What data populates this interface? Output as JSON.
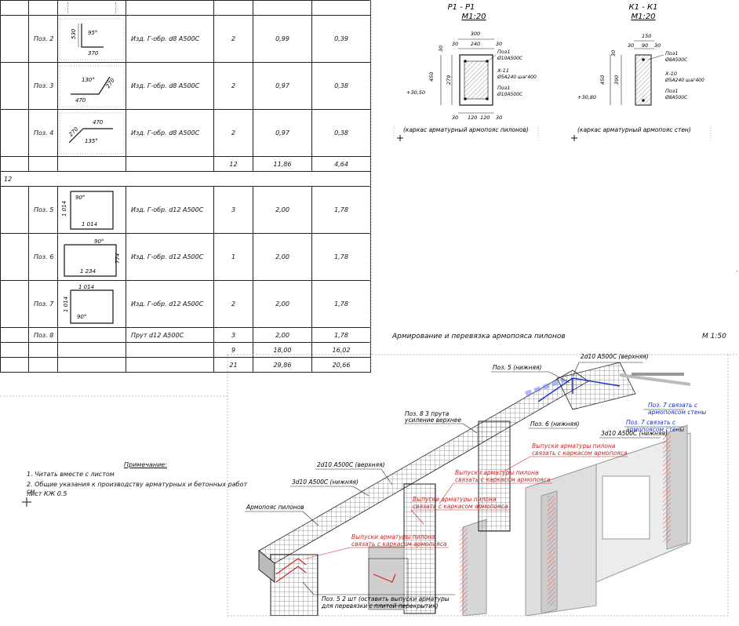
{
  "rebar_table": {
    "rows_a": [
      {
        "pos": "Поз. 2",
        "sketch": {
          "d1": "530",
          "angle": "95°",
          "d2": "370"
        },
        "name": "Изд. Г-обр. d8 А500С",
        "qty": "2",
        "len": "0,99",
        "mass": "0,39"
      },
      {
        "pos": "Поз. 3",
        "sketch": {
          "d1": "130°",
          "d2": "470",
          "d3": "270"
        },
        "name": "Изд. Г-обр. d8 А500С",
        "qty": "2",
        "len": "0,97",
        "mass": "0,38"
      },
      {
        "pos": "Поз. 4",
        "sketch": {
          "d1": "470",
          "d2": "270",
          "angle": "135°"
        },
        "name": "Изд. Г-обр. d8 А500С",
        "qty": "2",
        "len": "0,97",
        "mass": "0,38"
      }
    ],
    "subtotal_a": {
      "qty": "12",
      "len": "11,86",
      "mass": "4,64"
    },
    "group_label": "12",
    "rows_b": [
      {
        "pos": "Поз. 5",
        "sketch": {
          "angle": "90°",
          "d1": "1 014",
          "d2": "1 014"
        },
        "name": "Изд. Г-обр. d12 А500С",
        "qty": "3",
        "len": "2,00",
        "mass": "1,78"
      },
      {
        "pos": "Поз. 6",
        "sketch": {
          "angle": "90°",
          "d1": "774",
          "d2": "1 234"
        },
        "name": "Изд. Г-обр. d12 А500С",
        "qty": "1",
        "len": "2,00",
        "mass": "1,78"
      },
      {
        "pos": "Поз. 7",
        "sketch": {
          "angle": "90°",
          "d1": "1 014",
          "d2": "1 014"
        },
        "name": "Изд. Г-обр. d12 А500С",
        "qty": "2",
        "len": "2,00",
        "mass": "1,78"
      }
    ],
    "row_8": {
      "pos": "Поз. 8",
      "name": "Прут d12 А500С",
      "qty": "3",
      "len": "2,00",
      "mass": "1,78"
    },
    "subtotal_b": {
      "qty": "9",
      "len": "18,00",
      "mass": "16,02"
    },
    "total": {
      "qty": "21",
      "len": "29,86",
      "mass": "20,66"
    }
  },
  "section_p1": {
    "title": "Р1 - Р1",
    "scale": "М1:20",
    "dims_top": [
      "300",
      "30",
      "240",
      "30"
    ],
    "dims_left": [
      "30",
      "450",
      "279"
    ],
    "dims_bottom": [
      "30",
      "120",
      "120",
      "30"
    ],
    "level": "+30,50",
    "callouts": [
      "Поз1",
      "Ø10А500С",
      "Х-11",
      "Ø5А240 шаг400",
      "Поз1",
      "Ø10А500С"
    ],
    "caption": "(каркас арматурный армопояс пилонов)"
  },
  "section_k1": {
    "title": "К1 - К1",
    "scale": "М1:20",
    "dims_top": [
      "150",
      "30",
      "90",
      "30"
    ],
    "dims_left": [
      "30",
      "450",
      "390"
    ],
    "level": "+30,80",
    "callouts": [
      "Поз1",
      "Ø8А500С",
      "Х-10",
      "Ø5А240 шаг400",
      "Поз1",
      "Ø8А500С"
    ],
    "caption": "(каркас арматурный армопояс стен)"
  },
  "note": {
    "title": "Примечание:",
    "lines": [
      "1. Читать вместе с листом",
      "2. Общие указания к производству арматурных и бетонных работ см.",
      "лист КЖ 0.5"
    ]
  },
  "iso": {
    "title": "Армирование и перевязка армопояса пилонов",
    "scale": "М 1:50",
    "labels": {
      "top_2d10": "2d10 А500С (верхняя)",
      "pos5_bottom": "Поз. 5 (нижняя)",
      "pos7_a": "Поз. 7 связать с",
      "pos7_a2": "армопоясом стены",
      "pos7_b": "Поз. 7 связать с",
      "pos7_b2": "армопоясом стены",
      "pos8": "Поз. 8 3 прута",
      "pos8b": "усиление верхнее",
      "pos6_bottom": "Поз. 6 (нижняя)",
      "d10_3_a": "3d10 А500С (нижняя)",
      "top_2d10_b": "2d10 А500С (верхняя)",
      "d10_3_b": "3d10 А500С (нижняя)",
      "armopoyas": "Армопояс пилонов",
      "red1a": "Выпуски арматуры пилона",
      "red1b": "связать с каркасом армопояса",
      "red2a": "Выпуски арматуры пилона",
      "red2b": "связать с каркасом армопояса",
      "red3a": "Выпуски арматуры пилона",
      "red3b": "связать с каркасом армопояса",
      "red4a": "Выпуски арматуры пилона",
      "red4b": "связать с каркасом армопояса",
      "pos5_note_a": "Поз. 5 2 шт (оставить выпуски арматуры",
      "pos5_note_b": "для перевязки с плитой перекрытия)"
    }
  },
  "colors": {
    "red": "#d42020",
    "blue": "#1a2fd8",
    "line": "#222222"
  }
}
